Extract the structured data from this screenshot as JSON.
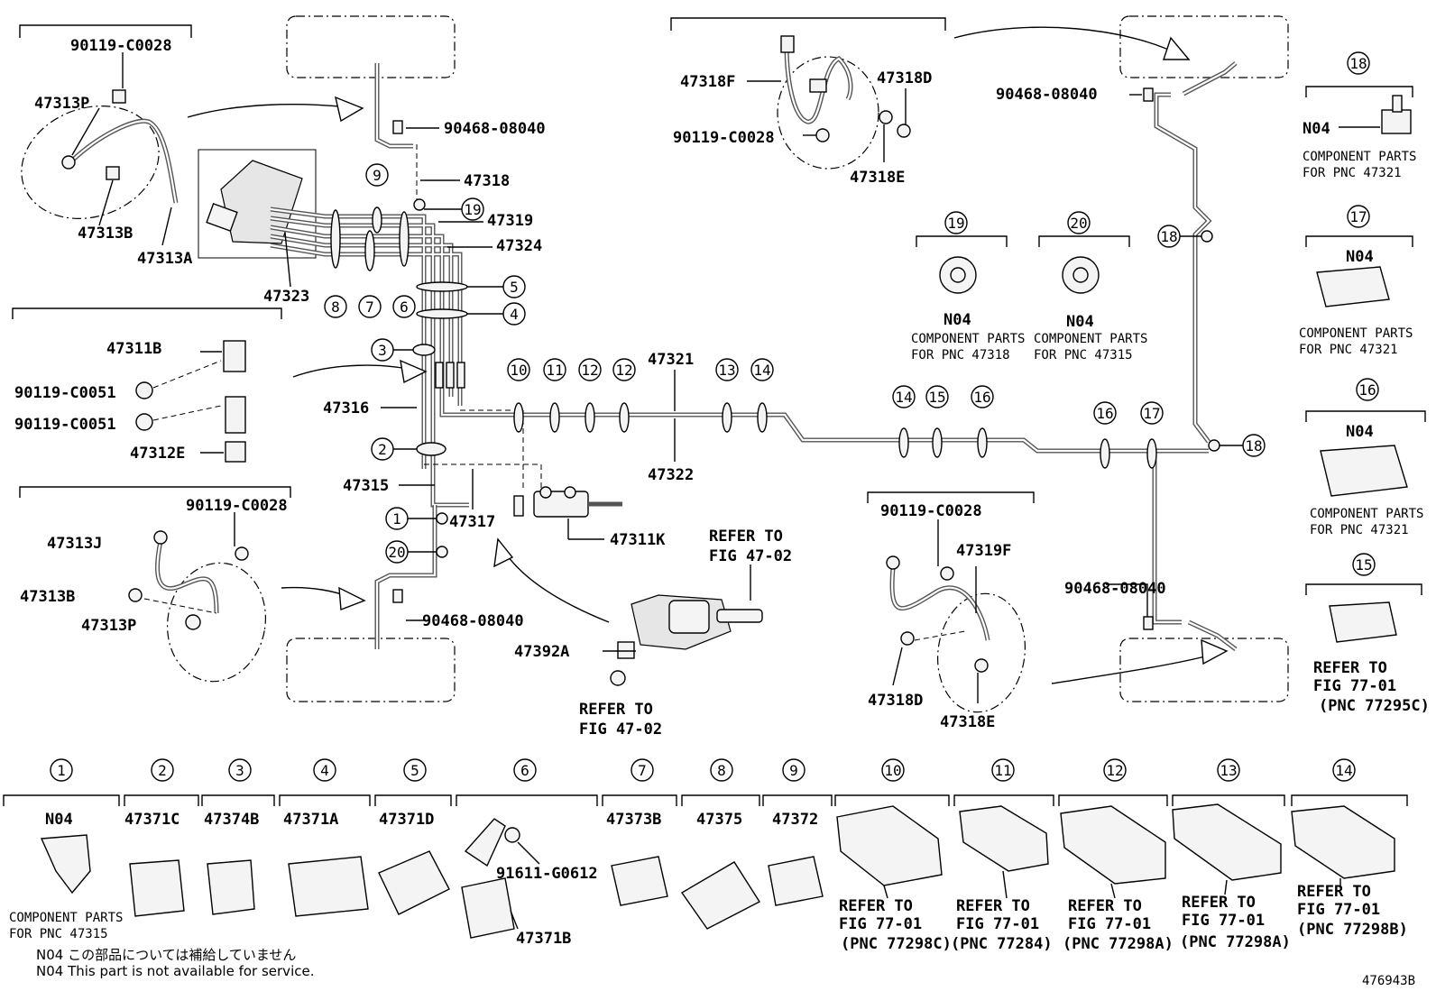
{
  "figure_code": "476943B",
  "notes": {
    "jp": "N04 この部品については補給していません",
    "en": "N04 This part is not available for service."
  },
  "main_labels": {
    "p90119_c0028_tl": "90119-C0028",
    "p47313P_tl": "47313P",
    "p47313B_tl": "47313B",
    "p47313A": "47313A",
    "p90468_08040_t": "90468-08040",
    "p47318": "47318",
    "p47319": "47319",
    "p47324": "47324",
    "p47323": "47323",
    "p47311B": "47311B",
    "p90119_c0051_a": "90119-C0051",
    "p90119_c0051_b": "90119-C0051",
    "p47312E": "47312E",
    "p47316": "47316",
    "p47315": "47315",
    "p47317": "47317",
    "p47311K": "47311K",
    "p47321": "47321",
    "p47322": "47322",
    "p90119_c0028_bl": "90119-C0028",
    "p47313J": "47313J",
    "p47313B_bl": "47313B",
    "p47313P_bl": "47313P",
    "p90468_08040_b": "90468-08040",
    "p47392A": "47392A",
    "p47318F": "47318F",
    "p90119_c0028_tr": "90119-C0028",
    "p47318D_tr": "47318D",
    "p47318E_tr": "47318E",
    "p90468_08040_tr": "90468-08040",
    "p90119_c0028_br": "90119-C0028",
    "p47319F": "47319F",
    "p47318D_br": "47318D",
    "p47318E_br": "47318E",
    "p90468_08040_br": "90468-08040"
  },
  "refer_main": {
    "r1_a": "REFER TO",
    "r1_b": "FIG 47-02",
    "r2_a": "REFER TO",
    "r2_b": "FIG 47-02"
  },
  "callouts": {
    "c1": "1",
    "c2": "2",
    "c3": "3",
    "c4": "4",
    "c5": "5",
    "c6": "6",
    "c7": "7",
    "c8": "8",
    "c9": "9",
    "c10": "10",
    "c11": "11",
    "c12a": "12",
    "c12b": "12",
    "c13": "13",
    "c14a": "14",
    "c14b": "14",
    "c15": "15",
    "c16a": "16",
    "c16b": "16",
    "c17": "17",
    "c18a": "18",
    "c18b": "18",
    "c19": "19",
    "c20": "20"
  },
  "mid_parts": {
    "m19": {
      "num": "19",
      "code": "N04",
      "desc1": "COMPONENT PARTS",
      "desc2": "FOR PNC 47318"
    },
    "m20": {
      "num": "20",
      "code": "N04",
      "desc1": "COMPONENT PARTS",
      "desc2": "FOR PNC 47315"
    }
  },
  "right_parts": {
    "r18": {
      "num": "18",
      "code": "N04",
      "desc1": "COMPONENT PARTS",
      "desc2": "FOR PNC 47321"
    },
    "r17": {
      "num": "17",
      "code": "N04",
      "desc1": "COMPONENT PARTS",
      "desc2": "FOR PNC 47321"
    },
    "r16": {
      "num": "16",
      "code": "N04",
      "desc1": "COMPONENT PARTS",
      "desc2": "FOR PNC 47321"
    },
    "r15": {
      "num": "15",
      "ref1": "REFER TO",
      "ref2": "FIG 77-01",
      "ref3": "(PNC 77295C)"
    }
  },
  "bottom_parts": {
    "b1": {
      "num": "1",
      "code": "N04",
      "desc1": "COMPONENT PARTS",
      "desc2": "FOR PNC 47315"
    },
    "b2": {
      "num": "2",
      "code": "47371C"
    },
    "b3": {
      "num": "3",
      "code": "47374B"
    },
    "b4": {
      "num": "4",
      "code": "47371A"
    },
    "b5": {
      "num": "5",
      "code": "47371D"
    },
    "b6": {
      "num": "6",
      "code": "91611-G0612",
      "code2": "47371B"
    },
    "b7": {
      "num": "7",
      "code": "47373B"
    },
    "b8": {
      "num": "8",
      "code": "47375"
    },
    "b9": {
      "num": "9",
      "code": "47372"
    },
    "b10": {
      "num": "10",
      "ref1": "REFER TO",
      "ref2": "FIG 77-01",
      "ref3": "(PNC 77298C)"
    },
    "b11": {
      "num": "11",
      "ref1": "REFER TO",
      "ref2": "FIG 77-01",
      "ref3": "(PNC 77284)"
    },
    "b12": {
      "num": "12",
      "ref1": "REFER TO",
      "ref2": "FIG 77-01",
      "ref3": "(PNC 77298A)"
    },
    "b13": {
      "num": "13",
      "ref1": "REFER TO",
      "ref2": "FIG 77-01",
      "ref3": "(PNC 77298A)"
    },
    "b14": {
      "num": "14",
      "ref1": "REFER TO",
      "ref2": "FIG 77-01",
      "ref3": "(PNC 77298B)"
    }
  }
}
